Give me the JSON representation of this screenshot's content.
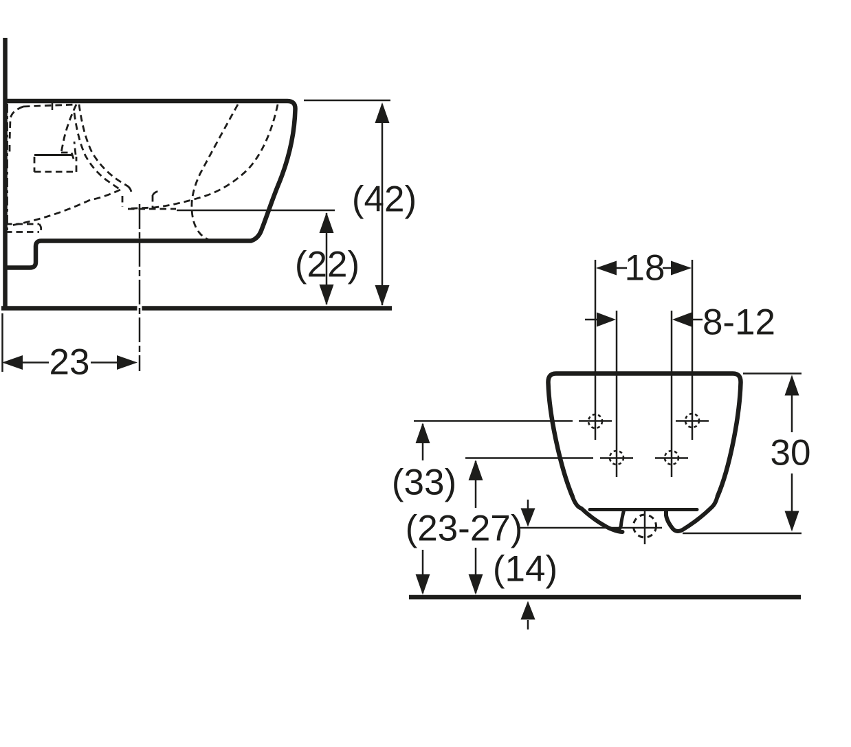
{
  "diagram": {
    "type": "technical-dimension-drawing",
    "subject": "wall-hung bidet installation dimensions, side view and rear view",
    "background_color": "#ffffff",
    "line_color": "#1d1d1b",
    "side_view": {
      "labels": {
        "total_height": "(42)",
        "outlet_height": "(22)",
        "outlet_wall_distance": "23"
      }
    },
    "rear_view": {
      "labels": {
        "top_holes_spacing": "18",
        "bottom_holes_spacing": "8-12",
        "body_height": "30",
        "top_holes_height": "(33)",
        "bottom_holes_height": "(23-27)",
        "outlet_center_height": "(14)"
      }
    }
  }
}
